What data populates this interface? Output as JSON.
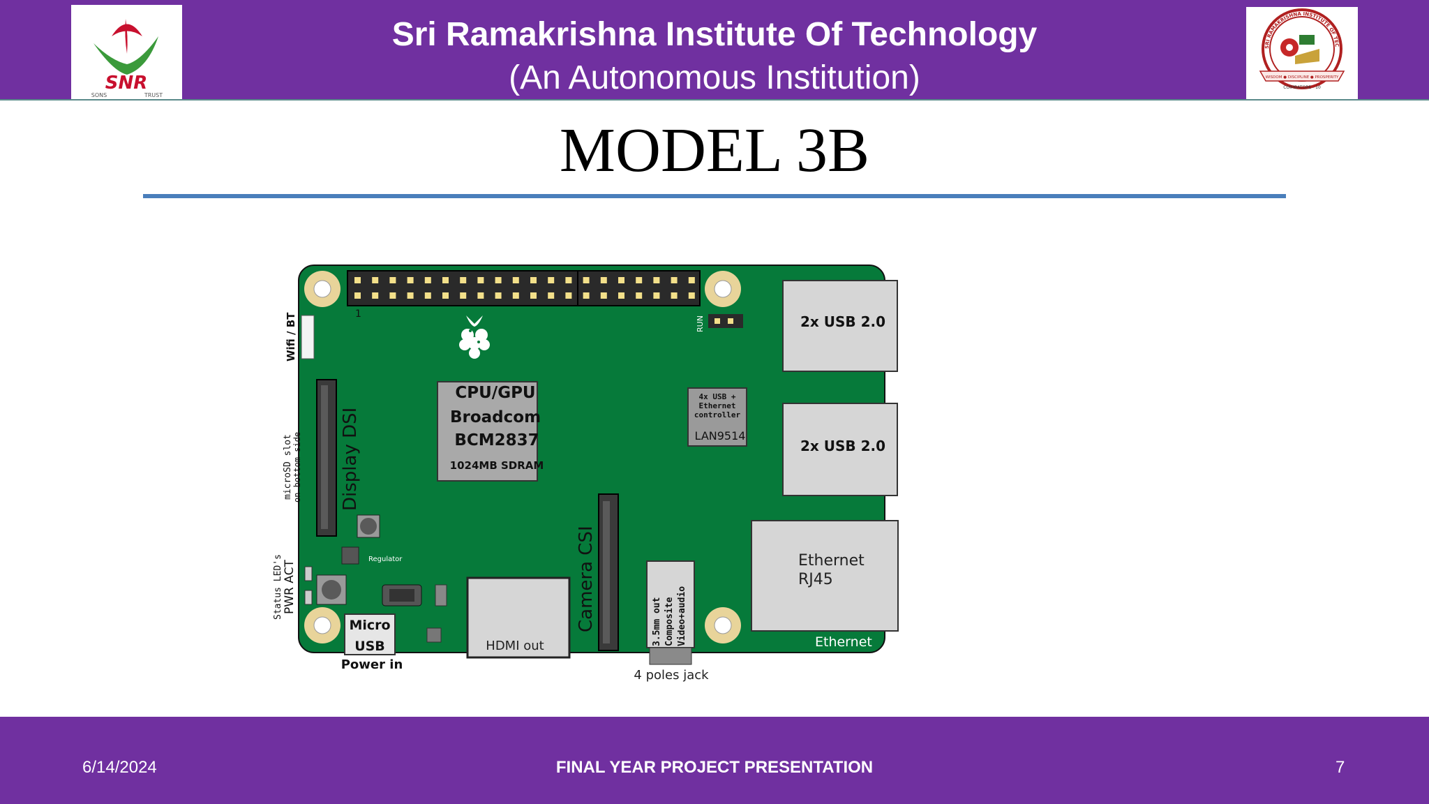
{
  "header": {
    "institution_name": "Sri Ramakrishna Institute Of Technology",
    "institution_subtitle": "(An Autonomous Institution)",
    "left_logo": {
      "text": "SNR",
      "subtext_left": "SONS",
      "subtext_right": "TRUST"
    },
    "right_logo": {
      "ring_text": "SRI RAMAKRISHNA INSTITUTE OF TECHNOLOGY",
      "banner_text": "WISDOM ● DISCIPLINE ● PROSPERITY",
      "city": "COIMBATORE - 10"
    }
  },
  "slide": {
    "title": "MODEL 3B"
  },
  "board": {
    "gpio_pin1_label": "1",
    "run_label": "RUN",
    "wifi_label": "Wifi / BT",
    "microsd_label_line1": "microSD slot",
    "microsd_label_line2": "on bottom side",
    "display_dsi_label": "Display DSI",
    "status_leds_label": "Status LED's",
    "pwr_act_label": "PWR ACT",
    "regulator_label": "Regulator",
    "cpu_line1": "CPU/GPU",
    "cpu_line2": "Broadcom",
    "cpu_line3": "BCM2837",
    "cpu_ram": "1024MB SDRAM",
    "lan_line1": "4x USB +",
    "lan_line2": "Ethernet",
    "lan_line3": "controller",
    "lan_chip": "LAN9514",
    "usb_top": "2x USB 2.0",
    "usb_bottom": "2x USB 2.0",
    "ethernet_line1": "Ethernet",
    "ethernet_line2": "RJ45",
    "ethernet_label": "Ethernet",
    "camera_csi_label": "Camera CSI",
    "hdmi_label": "HDMI out",
    "micro_usb_line1": "Micro",
    "micro_usb_line2": "USB",
    "power_in_label": "Power in",
    "audio_line1": "3.5mm out",
    "audio_line2": "Composite",
    "audio_line3": "Video+audio",
    "jack_label": "4 poles jack",
    "colors": {
      "pcb": "#067a3a",
      "hole": "#e8d49a",
      "connector": "#d6d6d6"
    }
  },
  "footer": {
    "date": "6/14/2024",
    "center_text": "FINAL YEAR PROJECT PRESENTATION",
    "page_number": "7"
  },
  "colors": {
    "header_bg": "#7030a0",
    "footer_bg": "#7030a0",
    "rule": "#4a7ebb"
  }
}
